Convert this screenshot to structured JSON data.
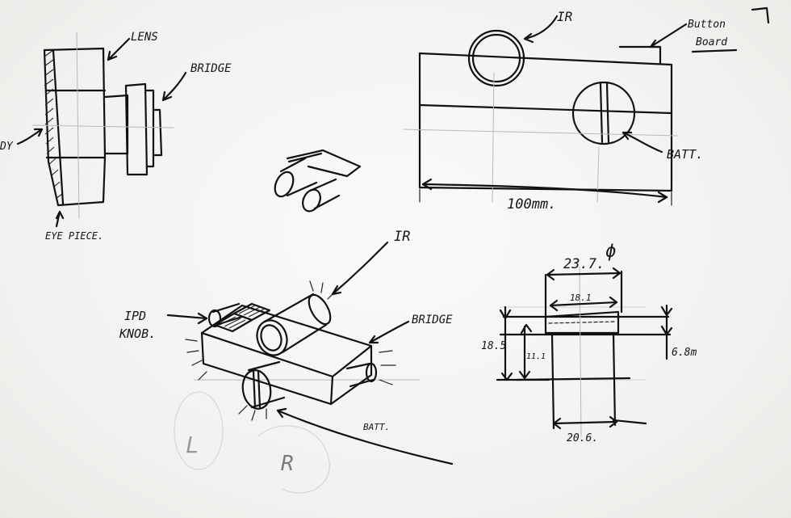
{
  "labels": {
    "lens": "LENS",
    "bridge_top": "BRIDGE",
    "body": "DY",
    "eyepiece": "EYE PIECE.",
    "ir_top": "IR",
    "button_board_1": "Button",
    "button_board_2": "Board",
    "batt_top": "BATT.",
    "width_dim": "100mm.",
    "ir_iso": "IR",
    "ipd_knob_1": "IPD",
    "ipd_knob_2": "KNOB.",
    "bridge_iso": "BRIDGE",
    "batt_iso": "BATT.",
    "left": "L",
    "right": "R",
    "dia": "23.7.",
    "phi": "ϕ",
    "inner_dim": "18.1",
    "height_dim": "18.5",
    "sub_dim": "11.1",
    "gap_dim": "6.8m",
    "base_dim": "20.6."
  }
}
